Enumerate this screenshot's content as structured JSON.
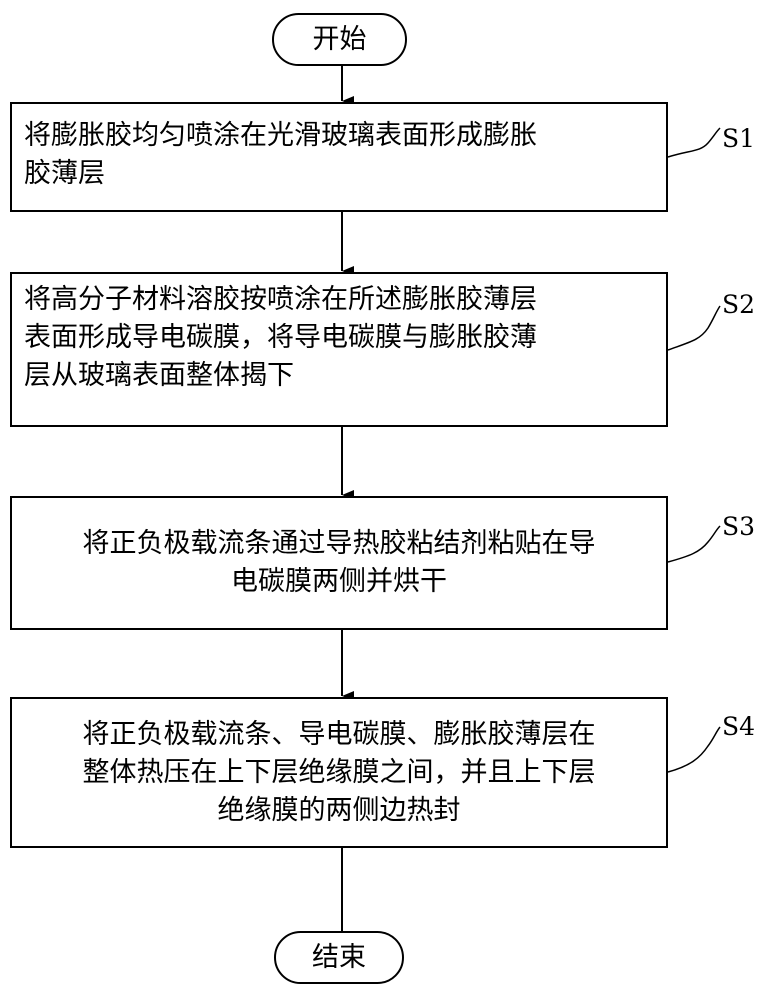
{
  "start": "开始",
  "end": "结束",
  "steps": [
    {
      "id": "S1",
      "lines": [
        "将膨胀胶均匀喷涂在光滑玻璃表面形成膨胀",
        "胶薄层"
      ]
    },
    {
      "id": "S2",
      "lines": [
        "将高分子材料溶胶按喷涂在所述膨胀胶薄层",
        "表面形成导电碳膜，将导电碳膜与膨胀胶薄",
        "层从玻璃表面整体揭下"
      ]
    },
    {
      "id": "S3",
      "lines": [
        "将正负极载流条通过导热胶粘结剂粘贴在导",
        "电碳膜两侧并烘干"
      ]
    },
    {
      "id": "S4",
      "lines": [
        "将正负极载流条、导电碳膜、膨胀胶薄层在",
        "整体热压在上下层绝缘膜之间，并且上下层",
        "绝缘膜的两侧边热封"
      ]
    }
  ]
}
